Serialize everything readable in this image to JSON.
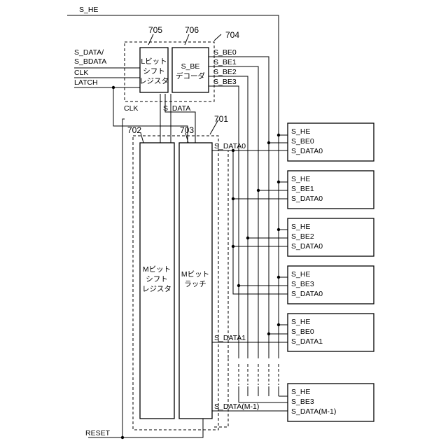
{
  "signals": {
    "s_he": "S_HE",
    "s_data": "S_DATA/",
    "s_bdata": "S_BDATA",
    "clk": "CLK",
    "latch": "LATCH",
    "reset": "RESET",
    "clk_bus": "CLK",
    "s_data_bus": "S_DATA"
  },
  "refs": {
    "r705": "705",
    "r706": "706",
    "r704": "704",
    "r701": "701",
    "r702": "702",
    "r703": "703"
  },
  "blocks": {
    "l_shift": [
      "Lビット",
      "シフト",
      "レジスタ"
    ],
    "sbe_decoder": [
      "S_BE",
      "デコーダ"
    ],
    "m_shift": [
      "Mビット",
      "シフト",
      "レジスタ"
    ],
    "m_latch": [
      "Mビット",
      "ラッチ"
    ]
  },
  "decoder_outputs": [
    "S_BE0",
    "S_BE1",
    "S_BE2",
    "S_BE3"
  ],
  "latch_outputs": [
    "S_DATA0",
    "S_DATA1",
    "S_DATA(M-1)"
  ],
  "units": [
    [
      "S_HE",
      "S_BE0",
      "S_DATA0"
    ],
    [
      "S_HE",
      "S_BE1",
      "S_DATA0"
    ],
    [
      "S_HE",
      "S_BE2",
      "S_DATA0"
    ],
    [
      "S_HE",
      "S_BE3",
      "S_DATA0"
    ],
    [
      "S_HE",
      "S_BE0",
      "S_DATA1"
    ],
    [
      "S_HE",
      "S_BE3",
      "S_DATA(M-1)"
    ]
  ]
}
